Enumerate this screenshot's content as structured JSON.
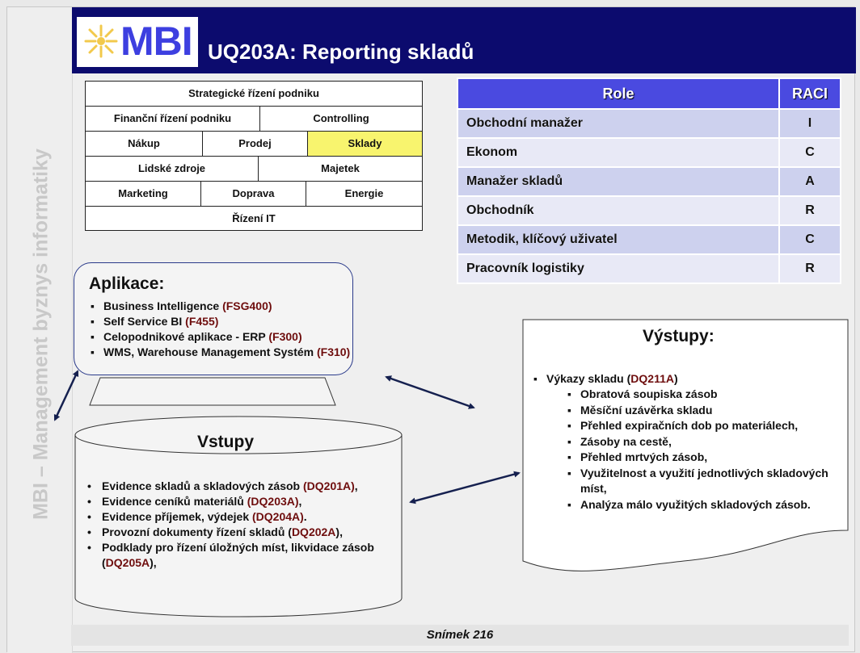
{
  "side_text": "MBI – Management byznys informatiky",
  "logo_text": "MBI",
  "title": "UQ203A: Reporting skladů",
  "process_grid": {
    "row1": "Strategické řízení podniku",
    "row2": [
      "Finanční řízení podniku",
      "Controlling"
    ],
    "row3": [
      "Nákup",
      "Prodej",
      "Sklady"
    ],
    "row4": [
      "Lidské zdroje",
      "Majetek"
    ],
    "row5": [
      "Marketing",
      "Doprava",
      "Energie"
    ],
    "row6": "Řízení IT",
    "highlight_color": "#f8f46e"
  },
  "raci": {
    "headers": [
      "Role",
      "RACI"
    ],
    "rows": [
      {
        "role": "Obchodní manažer",
        "value": "I"
      },
      {
        "role": "Ekonom",
        "value": "C"
      },
      {
        "role": "Manažer skladů",
        "value": "A"
      },
      {
        "role": "Obchodník",
        "value": "R"
      },
      {
        "role": "Metodik, klíčový uživatel",
        "value": "C"
      },
      {
        "role": "Pracovník logistiky",
        "value": "R"
      }
    ],
    "header_color": "#4a4ae0"
  },
  "aplikace": {
    "title": "Aplikace:",
    "items": [
      {
        "text": "Business Intelligence ",
        "code": "(FSG400)"
      },
      {
        "text": "Self Service BI ",
        "code": "(F455)"
      },
      {
        "text": "Celopodnikové aplikace - ERP ",
        "code": "(F300)"
      },
      {
        "text": "WMS, Warehouse Management Systém ",
        "code": "(F310)"
      }
    ]
  },
  "vstupy": {
    "title": "Vstupy",
    "items": [
      {
        "text": "Evidence skladů a skladových zásob ",
        "code": "(DQ201A)",
        "tail": ","
      },
      {
        "text": "Evidence ceníků materiálů ",
        "code": "(DQ203A)",
        "tail": ","
      },
      {
        "text": "Evidence příjemek, výdejek ",
        "code": "(DQ204A)",
        "tail": "."
      },
      {
        "text": "Provozní dokumenty řízení skladů (",
        "code": "DQ202A",
        "tail": "),"
      },
      {
        "text": "Podklady pro řízení úložných míst, likvidace zásob (",
        "code": "DQ205A",
        "tail": "),"
      }
    ]
  },
  "vystupy": {
    "title": "Výstupy:",
    "main_item": {
      "text": "Výkazy skladu (",
      "code": "DQ211A",
      "tail": ")"
    },
    "sub_items": [
      "Obratová soupiska zásob",
      "Měsíční uzávěrka skladu",
      "Přehled expiračních dob po materiálech,",
      "Zásoby na cestě,",
      "Přehled mrtvých zásob,",
      "Využitelnost a využití jednotlivých skladových míst,",
      "Analýza málo využitých skladových zásob."
    ]
  },
  "code_color": "#6e0d0d",
  "footer": "Snímek  216"
}
